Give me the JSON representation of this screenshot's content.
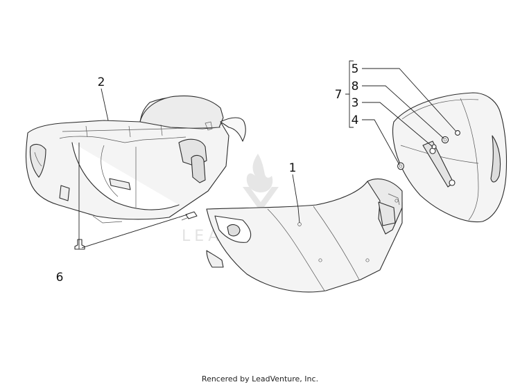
{
  "callouts": {
    "c1": "1",
    "c2": "2",
    "c3": "3",
    "c4": "4",
    "c5": "5",
    "c6": "6",
    "c7": "7",
    "c8": "8"
  },
  "watermark": "LEADVENTURE",
  "footer": "Rencered by LeadVenture, Inc.",
  "colors": {
    "line": "#2b2b2b",
    "fill": "#f4f4f4",
    "watermark": "#e2e2e2"
  }
}
